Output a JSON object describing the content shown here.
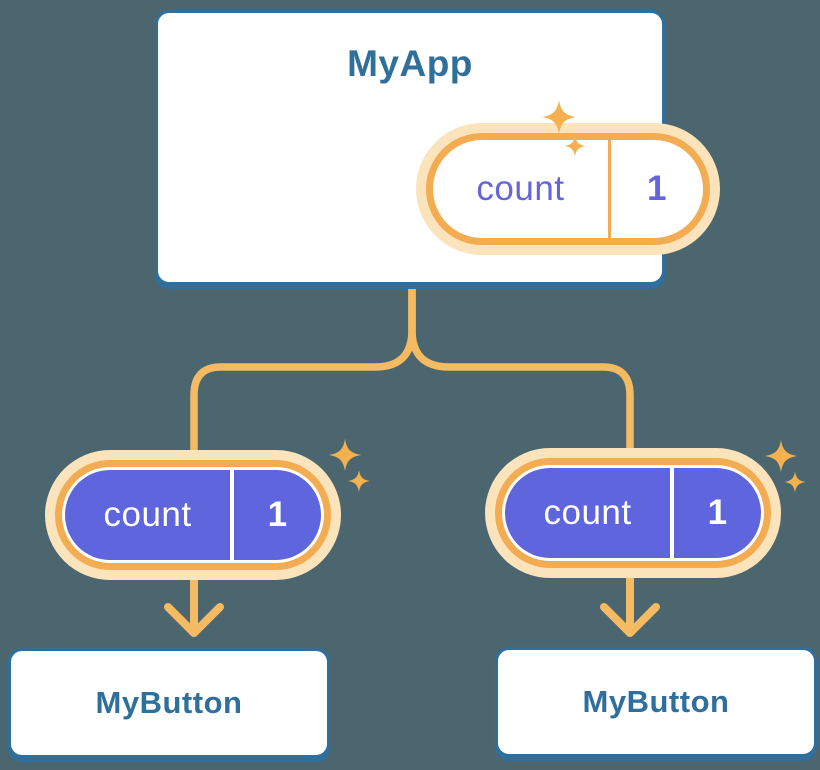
{
  "diagram": {
    "root": {
      "label": "MyApp",
      "state": {
        "name": "count",
        "value": "1"
      }
    },
    "children": [
      {
        "label": "MyButton",
        "state": {
          "name": "count",
          "value": "1"
        }
      },
      {
        "label": "MyButton",
        "state": {
          "name": "count",
          "value": "1"
        }
      }
    ]
  },
  "colors": {
    "background": "#4C6670",
    "card_fill": "#FFFFFF",
    "card_border": "#2E6F9E",
    "card_text": "#2F6F9C",
    "pill_ring": "#F4AC52",
    "pill_halo": "#FBE3BB",
    "pill_fill": "#5F65DD",
    "pill_text_root": "#6464DB",
    "pill_text_child": "#FFFFFF",
    "connector": "#F5BB62",
    "sparkle": "#F5B14F"
  },
  "icons": {
    "sparkle": "four-point-star"
  }
}
